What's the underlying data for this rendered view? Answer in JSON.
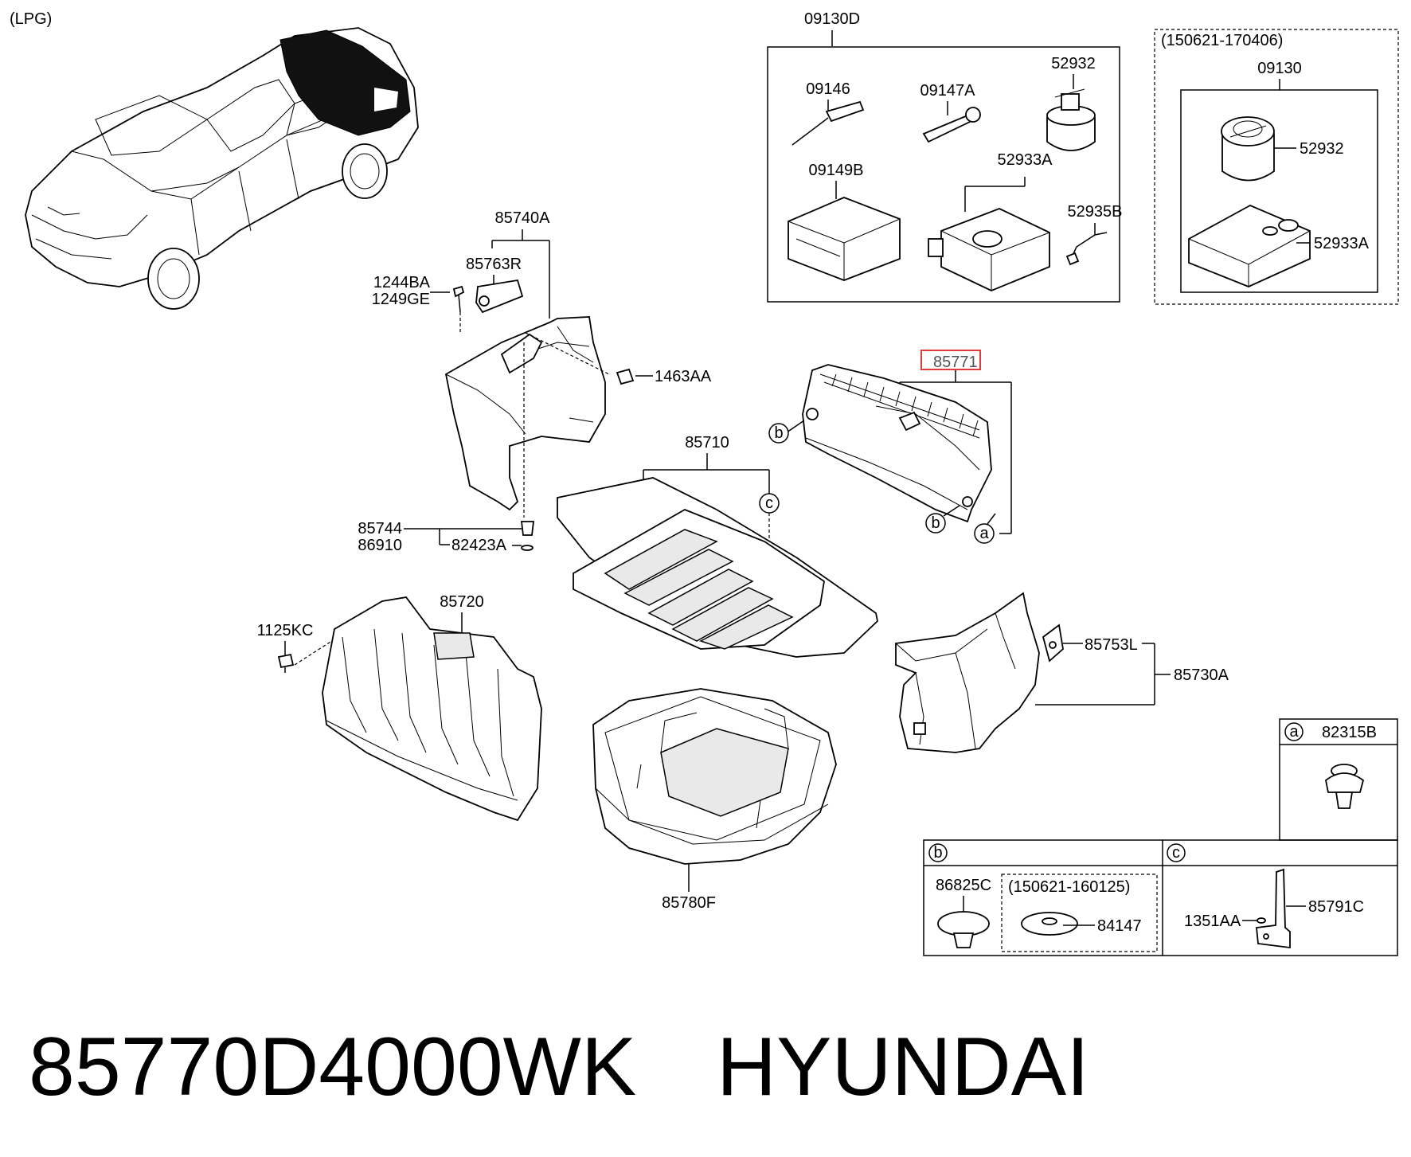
{
  "variant": "(LPG)",
  "kit_box": {
    "label": "09130D",
    "items": [
      "09146",
      "09147A",
      "52932",
      "09149B",
      "52933A",
      "52935B"
    ]
  },
  "alt_kit_box": {
    "date_range": "(150621-170406)",
    "label": "09130",
    "items": [
      "52932",
      "52933A"
    ]
  },
  "parts": {
    "p85740A": "85740A",
    "p85763R": "85763R",
    "p1244BA": "1244BA",
    "p1249GE": "1249GE",
    "p1463AA": "1463AA",
    "p85744": "85744",
    "p86910": "86910",
    "p82423A": "82423A",
    "p85710": "85710",
    "p85771": "85771",
    "p85720": "85720",
    "p1125KC": "1125KC",
    "p85753L": "85753L",
    "p85730A": "85730A",
    "p85780F": "85780F"
  },
  "callouts": {
    "a": "a",
    "b": "b",
    "c": "c"
  },
  "legend": {
    "a": {
      "letter": "a",
      "part": "82315B"
    },
    "b": {
      "letter": "b",
      "part1": "86825C",
      "date_range": "(150621-160125)",
      "part2": "84147"
    },
    "c": {
      "letter": "c",
      "part1": "1351AA",
      "part2": "85791C"
    }
  },
  "highlight_color": "#e03a3a",
  "footer": {
    "part_number": "85770D4000WK",
    "brand": "HYUNDAI"
  }
}
